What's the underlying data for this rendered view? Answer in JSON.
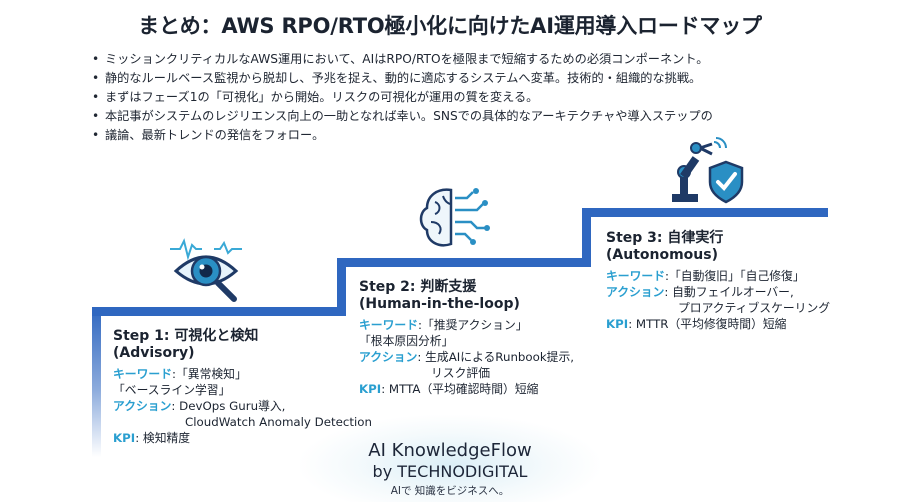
{
  "title": "まとめ：AWS RPO/RTO極小化に向けたAI運用導入ロードマップ",
  "bullets": [
    "ミッションクリティカルなAWS運用において、AIはRPO/RTOを極限まで短縮するための必須コンポーネント。",
    "静的なルールベース監視から脱却し、予兆を捉え、動的に適応するシステムへ変革。技術的・組織的な挑戦。",
    "まずはフェーズ1の「可視化」から開始。リスクの可視化が運用の質を変える。",
    "本記事がシステムのレジリエンス向上の一助となれば幸い。SNSでの具体的なアーキテクチャや導入ステップの",
    "議論、最新トレンドの発信をフォロー。"
  ],
  "steps": [
    {
      "title": "Step 1: 可視化と検知",
      "subtitle": "(Advisory)",
      "keyword_label": "キーワード",
      "keyword_value_1": ":「異常検知」",
      "keyword_value_2": "「ベースライン学習」",
      "action_label": "アクション",
      "action_value_1": ": DevOps Guru導入,",
      "action_value_2": "CloudWatch Anomaly Detection",
      "kpi_label": "KPI",
      "kpi_value": ": 検知精度",
      "icon": "eye-magnifier-icon"
    },
    {
      "title": "Step 2: 判断支援",
      "subtitle": "(Human-in-the-loop)",
      "keyword_label": "キーワード",
      "keyword_value_1": ":「推奨アクション」",
      "keyword_value_2": "「根本原因分析」",
      "action_label": "アクション",
      "action_value_1": ": 生成AIによるRunbook提示,",
      "action_value_2": "リスク評価",
      "kpi_label": "KPI",
      "kpi_value": ": MTTA（平均確認時間）短縮",
      "icon": "brain-circuit-icon"
    },
    {
      "title": "Step 3: 自律実行",
      "subtitle": "(Autonomous)",
      "keyword_label": "キーワード",
      "keyword_value_1": ":「自動復旧」「自己修復」",
      "action_label": "アクション",
      "action_value_1": ": 自動フェイルオーバー,",
      "action_value_2": "プロアクティブスケーリング",
      "kpi_label": "KPI",
      "kpi_value": ": MTTR（平均修復時間）短縮",
      "icon": "robot-arm-shield-icon"
    }
  ],
  "brand": {
    "name": "AI KnowledgeFlow",
    "by": "by TECHNODIGITAL",
    "tagline": "AIで 知識をビジネスへ。"
  },
  "colors": {
    "accent_blue": "#2f67c0",
    "label_cyan": "#2a9fd0",
    "text_dark": "#1b2330"
  }
}
